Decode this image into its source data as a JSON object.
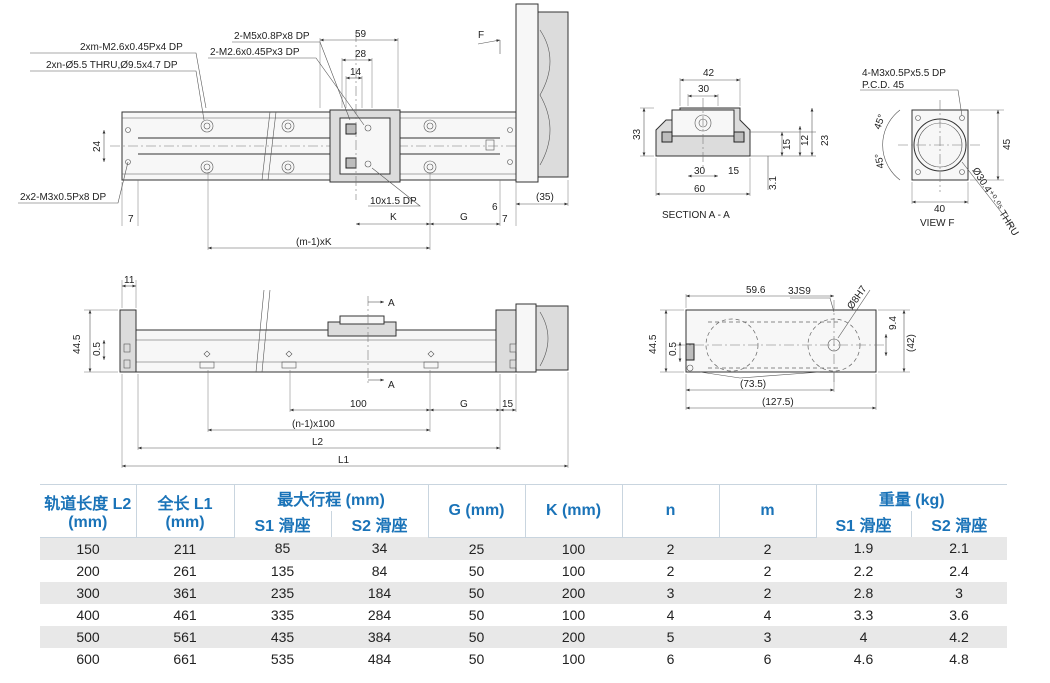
{
  "drawing": {
    "top_view": {
      "callouts": [
        "2xm-M2.6x0.45Px4 DP",
        "2xn-Ø5.5 THRU,Ø9.5x4.7 DP",
        "2-M5x0.8Px8 DP",
        "2-M2.6x0.45Px3 DP",
        "2x2-M3x0.5Px8 DP",
        "10x1.5 DP"
      ],
      "dims": [
        "59",
        "28",
        "14",
        "24",
        "7",
        "K",
        "G",
        "6",
        "7",
        "(35)",
        "(m-1)xK",
        "F"
      ]
    },
    "section_aa": {
      "title": "SECTION A - A",
      "dims": [
        "42",
        "30",
        "33",
        "30",
        "15",
        "60",
        "15",
        "12",
        "23",
        "3.1"
      ]
    },
    "view_f": {
      "title": "VIEW F",
      "callouts": [
        "4-M3x0.5Px5.5 DP",
        "P.C.D. 45",
        "Ø30.4⁺⁰·⁰⁵ THRU"
      ],
      "dims": [
        "45°",
        "45°",
        "45",
        "40"
      ]
    },
    "side_view": {
      "dims": [
        "11",
        "44.5",
        "0.5",
        "A",
        "A",
        "100",
        "G",
        "15",
        "(n-1)x100",
        "L2",
        "L1"
      ]
    },
    "end_view": {
      "dims": [
        "59.6",
        "3JS9",
        "Ø8H7",
        "44.5",
        "0.5",
        "9.4",
        "(42)",
        "(73.5)",
        "(127.5)"
      ]
    }
  },
  "table": {
    "headers": {
      "rail_length": "轨道长度 L2 (mm)",
      "total_length": "全长 L1 (mm)",
      "max_stroke": "最大行程 (mm)",
      "stroke_s1": "S1 滑座",
      "stroke_s2": "S2 滑座",
      "g": "G (mm)",
      "k": "K (mm)",
      "n": "n",
      "m": "m",
      "weight": "重量 (kg)",
      "weight_s1": "S1 滑座",
      "weight_s2": "S2 滑座"
    },
    "rows": [
      [
        "150",
        "211",
        "85",
        "34",
        "25",
        "100",
        "2",
        "2",
        "1.9",
        "2.1"
      ],
      [
        "200",
        "261",
        "135",
        "84",
        "50",
        "100",
        "2",
        "2",
        "2.2",
        "2.4"
      ],
      [
        "300",
        "361",
        "235",
        "184",
        "50",
        "200",
        "3",
        "2",
        "2.8",
        "3"
      ],
      [
        "400",
        "461",
        "335",
        "284",
        "50",
        "100",
        "4",
        "4",
        "3.3",
        "3.6"
      ],
      [
        "500",
        "561",
        "435",
        "384",
        "50",
        "200",
        "5",
        "3",
        "4",
        "4.2"
      ],
      [
        "600",
        "661",
        "535",
        "484",
        "50",
        "100",
        "6",
        "6",
        "4.6",
        "4.8"
      ]
    ]
  }
}
